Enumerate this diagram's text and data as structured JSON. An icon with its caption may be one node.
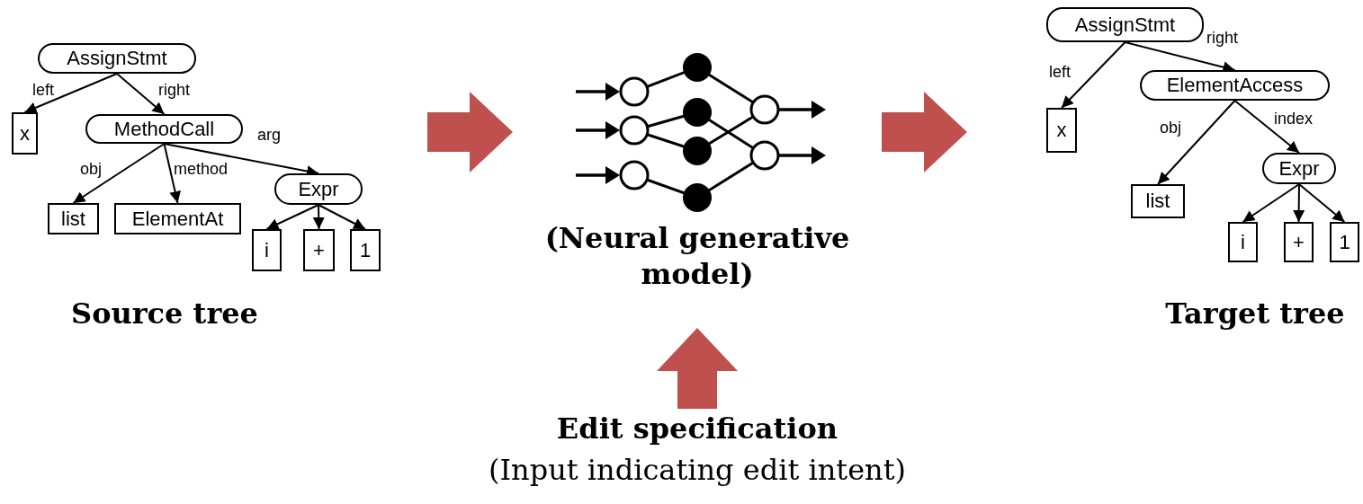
{
  "diagram": {
    "nodes": [
      {
        "text": [
          "AssignStmt"
        ]
      },
      {
        "text": [
          "x"
        ]
      },
      {
        "text": [
          "MethodCall"
        ]
      },
      {
        "text": [
          "list"
        ]
      },
      {
        "text": [
          "ElementAt"
        ]
      },
      {
        "text": [
          "Expr"
        ]
      },
      {
        "text": [
          "i"
        ]
      },
      {
        "text": [
          "+"
        ]
      },
      {
        "text": [
          "1"
        ]
      },
      {
        "text": [
          "(Neural generative model)"
        ]
      },
      {
        "text": [
          "AssignStmt"
        ]
      },
      {
        "text": [
          "x"
        ]
      },
      {
        "text": [
          "ElementAccess"
        ]
      },
      {
        "text": [
          "list"
        ]
      },
      {
        "text": [
          "Expr"
        ]
      },
      {
        "text": [
          "i"
        ]
      },
      {
        "text": [
          "+"
        ]
      },
      {
        "text": [
          "1"
        ]
      },
      {
        "text": [
          "Edit specification",
          "(Input indicating edit intent)"
        ]
      }
    ],
    "edges": [
      {
        "from": 0,
        "to": 1,
        "arrow": "to",
        "label": "left"
      },
      {
        "from": 0,
        "to": 2,
        "arrow": "to",
        "label": "right"
      },
      {
        "from": 2,
        "to": 3,
        "arrow": "to",
        "label": "obj"
      },
      {
        "from": 2,
        "to": 4,
        "arrow": "to",
        "label": "method"
      },
      {
        "from": 2,
        "to": 5,
        "arrow": "to",
        "label": "arg"
      },
      {
        "from": 5,
        "to": 6,
        "arrow": "to"
      },
      {
        "from": 5,
        "to": 7,
        "arrow": "to"
      },
      {
        "from": 5,
        "to": 8,
        "arrow": "to"
      },
      {
        "from": null,
        "to": 9,
        "arrow": "to",
        "style": "thick",
        "color": "#c0504d"
      },
      {
        "from": 9,
        "to": null,
        "arrow": "to",
        "style": "thick",
        "color": "#c0504d"
      },
      {
        "from": 18,
        "to": 9,
        "arrow": "to",
        "style": "thick",
        "color": "#c0504d"
      },
      {
        "from": 10,
        "to": 11,
        "arrow": "to",
        "label": "left"
      },
      {
        "from": 10,
        "to": 12,
        "arrow": "to",
        "label": "right"
      },
      {
        "from": 12,
        "to": 13,
        "arrow": "to",
        "label": "obj"
      },
      {
        "from": 12,
        "to": 14,
        "arrow": "to",
        "label": "index"
      },
      {
        "from": 14,
        "to": 15,
        "arrow": "to"
      },
      {
        "from": 14,
        "to": 16,
        "arrow": "to"
      },
      {
        "from": 14,
        "to": 17,
        "arrow": "to"
      }
    ],
    "labels": [
      "Source tree",
      "Target tree"
    ]
  }
}
